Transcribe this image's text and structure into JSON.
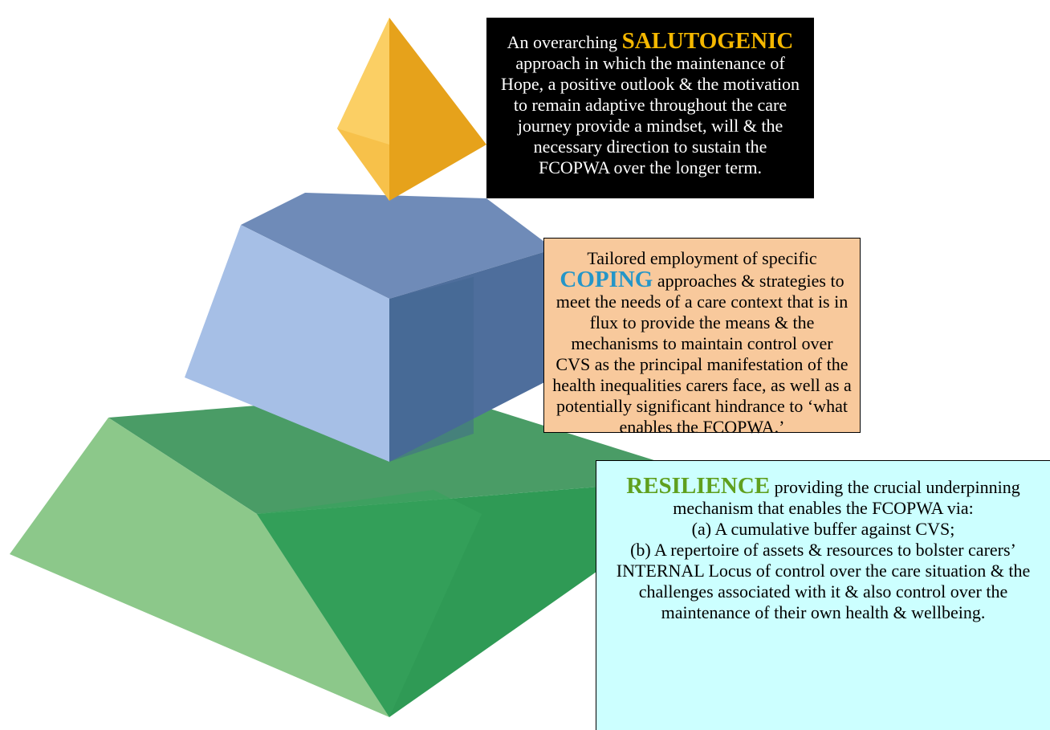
{
  "colors": {
    "salutogenic_keyword": "#f5b800",
    "coping_keyword": "#2596c8",
    "resilience_keyword": "#5fa01e",
    "top_tier": "#f2b534",
    "middle_tier": "#7f99c6",
    "bottom_tier": "#3f9e58",
    "salutogenic_box_bg": "#000000",
    "coping_box_bg": "#f8c99c",
    "resilience_box_bg": "#ccffff"
  },
  "pyramid": {
    "tiers": [
      "top-gold-tier",
      "middle-blue-tier",
      "bottom-green-tier"
    ]
  },
  "salutogenic": {
    "prefix": "An overarching ",
    "keyword": "SALUTOGENIC",
    "suffix": " approach in which the maintenance of Hope, a positive outlook & the motivation to remain adaptive throughout the care journey provide a mindset, will & the necessary direction to sustain the FCOPWA over the longer term."
  },
  "coping": {
    "prefix": "Tailored employment of specific ",
    "keyword": "COPING",
    "suffix": " approaches & strategies to meet the needs of a care context that is in flux to provide the means & the mechanisms to maintain control over CVS as the principal manifestation of the health inequalities carers face, as well as a potentially significant hindrance to ‘what enables the FCOPWA.’"
  },
  "resilience": {
    "keyword": "RESILIENCE",
    "suffix": " providing the crucial underpinning mechanism that enables the FCOPWA via:",
    "point_a": "(a) A cumulative buffer against CVS;",
    "point_b": "(b) A repertoire of assets & resources to bolster carers’ INTERNAL Locus of control over the care situation & the challenges associated with it & also control over the maintenance of their own health & wellbeing."
  }
}
